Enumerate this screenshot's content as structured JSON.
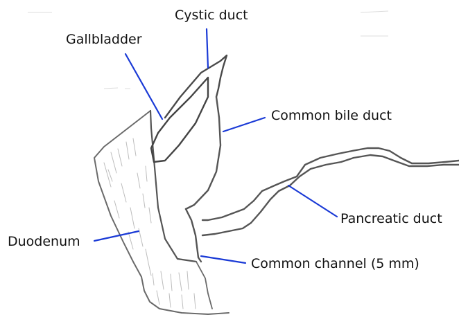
{
  "labels": {
    "cystic_duct": "Cystic duct",
    "gallbladder": "Gallbladder",
    "common_bile_duct": "Common bile duct",
    "pancreatic_duct": "Pancreatic duct",
    "duodenum": "Duodenum",
    "common_channel": "Common channel (5 mm)"
  },
  "colors": {
    "leader_line": "#1a3ad6",
    "sketch": "#4a4a4a",
    "shading": "#b8b8b8"
  }
}
